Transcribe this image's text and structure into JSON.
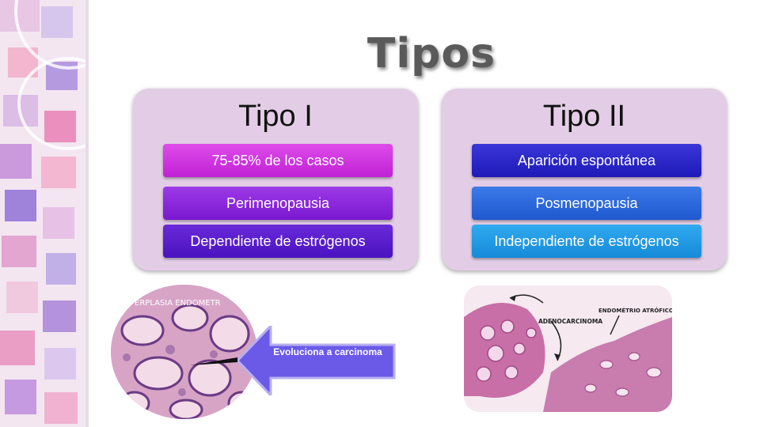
{
  "slide": {
    "title": "Tipos",
    "type1": {
      "heading": "Tipo I",
      "items": [
        "75-85% de los casos",
        "Perimenopausia",
        "Dependiente de estrógenos"
      ],
      "colors": [
        "#d02ee0",
        "#8c22e0",
        "#5a18cc"
      ]
    },
    "type2": {
      "heading": "Tipo II",
      "items": [
        "Aparición espontánea",
        "Posmenopausia",
        "Independiente de estrógenos"
      ],
      "colors": [
        "#2a26cc",
        "#2c66e0",
        "#1d9ae8"
      ]
    },
    "left_image": {
      "label": "ERPLASIA ENDOMETR",
      "arrow_text": "Evoluciona a carcinoma"
    },
    "right_image": {
      "label_left": "ADENOCARCINOMA",
      "label_right": "ENDOMÉTRIO ATRÓFICO"
    }
  }
}
